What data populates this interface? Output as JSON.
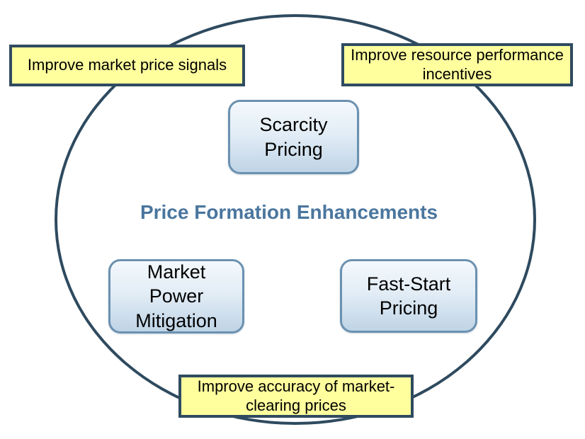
{
  "diagram": {
    "title": "Price Formation Enhancements",
    "nodes": {
      "scarcity": {
        "label": "Scarcity\nPricing"
      },
      "market_power": {
        "label": "Market\nPower\nMitigation"
      },
      "fast_start": {
        "label": "Fast-Start\nPricing"
      }
    },
    "callouts": {
      "top_left": {
        "label": "Improve market price signals"
      },
      "top_right": {
        "label": "Improve resource performance\nincentives"
      },
      "bottom": {
        "label": "Improve accuracy of market-\nclearing prices"
      }
    },
    "colors": {
      "ellipse_stroke": "#2E4A5F",
      "callout_fill": "#FFFF9E",
      "callout_border": "#2F4B60",
      "node_border": "#6B91B1",
      "node_fill_top": "#F3F8FC",
      "node_fill_bottom": "#BFD4E6",
      "title_text": "#4A769E",
      "body_text": "#000000"
    }
  }
}
